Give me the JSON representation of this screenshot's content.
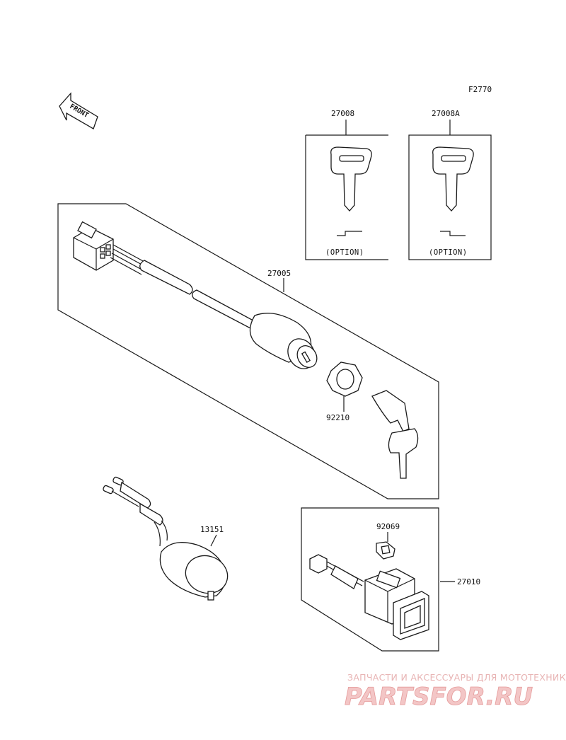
{
  "figure_code": "F2770",
  "front_label": "FRONT",
  "parts": {
    "key_a": "27008",
    "key_b": "27008A",
    "ignition_switch": "27005",
    "nut": "92210",
    "socket": "13151",
    "bulb": "92069",
    "switch": "27010"
  },
  "option_label": "(OPTION)",
  "watermark": {
    "tagline": "ЗАПЧАСТИ И АКСЕССУАРЫ ДЛЯ МОТОТЕХНИКИ",
    "logo": "PARTSFOR.RU"
  }
}
